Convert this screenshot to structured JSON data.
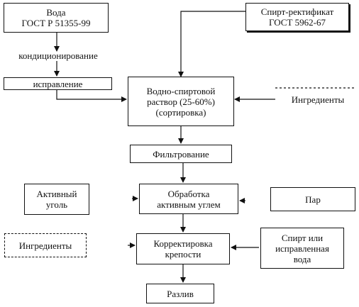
{
  "nodes": {
    "water": {
      "line1": "Вода",
      "line2": "ГОСТ Р 51355-99"
    },
    "conditioning": {
      "label": "кондиционирование"
    },
    "correction": {
      "label": "исправление"
    },
    "spirit": {
      "line1": "Спирт-ректификат",
      "line2": "ГОСТ 5962-67"
    },
    "water_spirit": {
      "line1": "Водно-спиртовой",
      "line2": "раствор (25-60%)",
      "line3": "(сортировка)"
    },
    "ingredients_top": {
      "label": "Ингредиенты"
    },
    "filtration": {
      "label": "Фильтрование"
    },
    "carbon": {
      "line1": "Активный",
      "line2": "уголь"
    },
    "treatment": {
      "line1": "Обработка",
      "line2": "активным углем"
    },
    "steam": {
      "label": "Пар"
    },
    "ingredients_bottom": {
      "label": "Ингредиенты"
    },
    "strength": {
      "line1": "Корректировка",
      "line2": "крепости"
    },
    "spirit_water": {
      "line1": "Спирт или",
      "line2": "исправленная",
      "line3": "вода"
    },
    "bottling": {
      "label": "Разлив"
    }
  }
}
